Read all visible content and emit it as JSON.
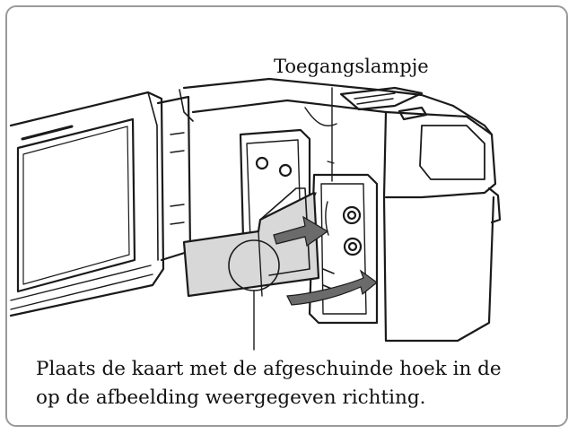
{
  "diagram": {
    "callout_label": "Toegangslampje",
    "caption_lines": [
      "Plaats de kaart met de afgeschuinde hoek in de",
      "op de afbeelding weergegeven richting."
    ]
  },
  "colors": {
    "line": "#1a1a1a",
    "card_fill": "#d8d8d8",
    "arrow_fill": "#6b6b6b",
    "frame_border": "#9a9a9a"
  }
}
